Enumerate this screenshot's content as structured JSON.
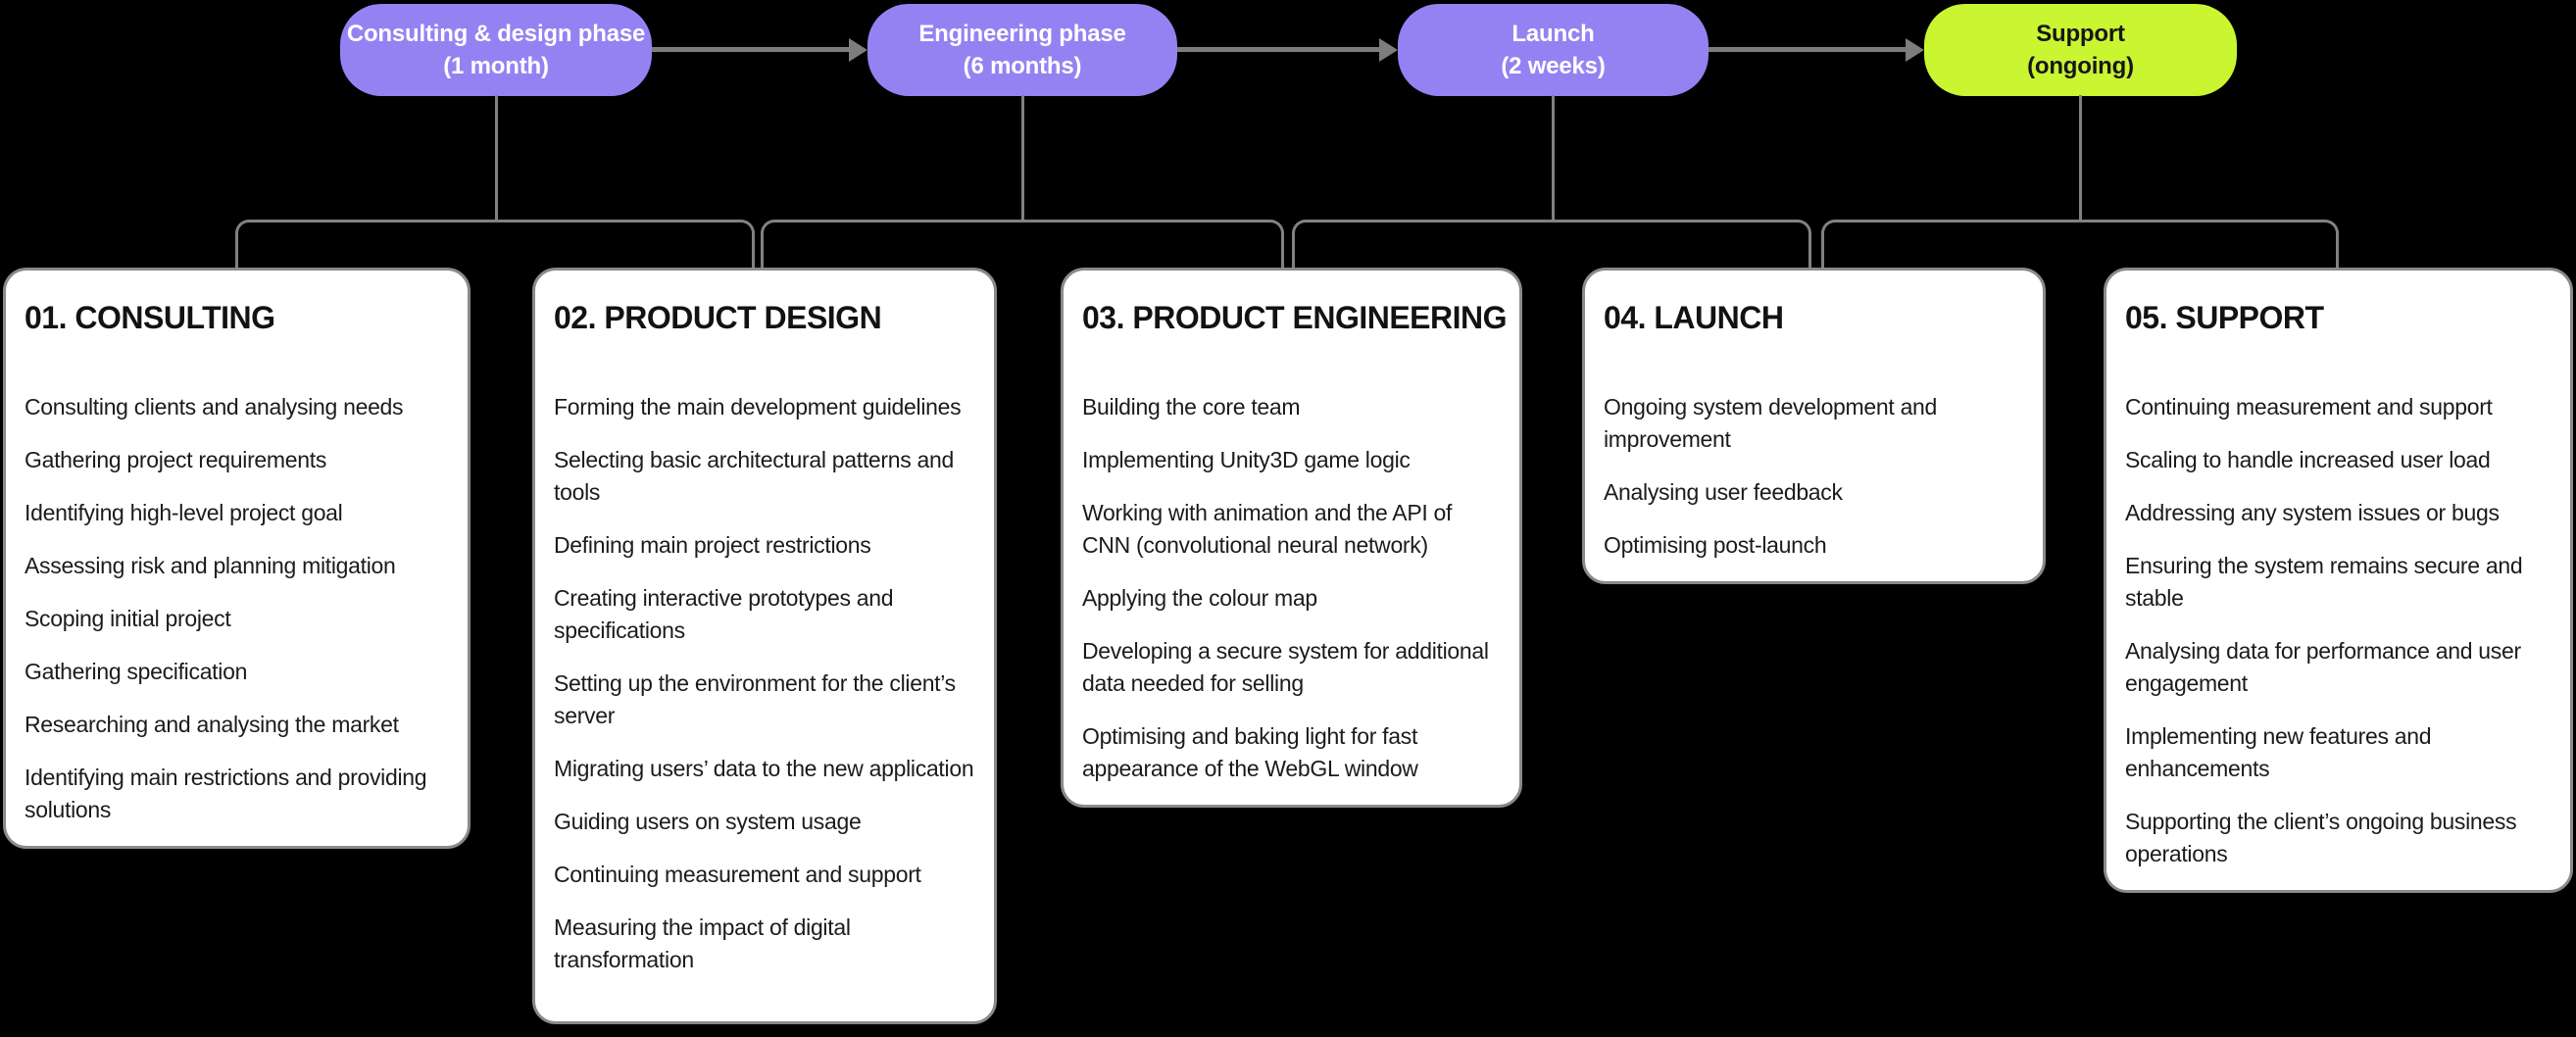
{
  "diagram_title": "Project phases flowchart",
  "colors": {
    "background": "#000000",
    "phase_purple": "#9582F2",
    "phase_green": "#C9F531",
    "connector_gray": "#7D7D7D",
    "card_background": "#FFFFFF",
    "card_border": "#8A8A8A",
    "text_dark": "#161616",
    "text_light": "#FFFFFF"
  },
  "phases": [
    {
      "name": "Consulting & design phase",
      "duration": "(1 month)",
      "color_key": "phase_purple",
      "text_color_key": "text_light"
    },
    {
      "name": "Engineering phase",
      "duration": "(6 months)",
      "color_key": "phase_purple",
      "text_color_key": "text_light"
    },
    {
      "name": "Launch",
      "duration": "(2 weeks)",
      "color_key": "phase_purple",
      "text_color_key": "text_light"
    },
    {
      "name": "Support",
      "duration": "(ongoing)",
      "color_key": "phase_green",
      "text_color_key": "text_dark"
    }
  ],
  "cards": [
    {
      "title": "01. CONSULTING",
      "items": [
        "Consulting clients and analysing needs",
        "Gathering project requirements",
        "Identifying high-level project goal",
        "Assessing risk and planning mitigation",
        "Scoping initial project",
        "Gathering specification",
        "Researching and analysing the market",
        "Identifying main restrictions and providing solutions"
      ]
    },
    {
      "title": "02. PRODUCT DESIGN",
      "items": [
        "Forming the main development guidelines",
        "Selecting basic architectural patterns and tools",
        "Defining main project restrictions",
        "Creating interactive prototypes and specifications",
        "Setting up the environment for the client’s server",
        "Migrating users’ data to the new application",
        "Guiding users on system usage",
        "Continuing measurement and support",
        "Measuring the impact of digital transformation"
      ]
    },
    {
      "title": "03. PRODUCT ENGINEERING",
      "items": [
        "Building the core team",
        "Implementing Unity3D game logic",
        "Working with animation and the API of CNN (convolutional neural network)",
        "Applying the colour map",
        "Developing a secure system for additional data needed for selling",
        "Optimising and baking light for fast appearance of the WebGL window"
      ]
    },
    {
      "title": "04. LAUNCH",
      "items": [
        "Ongoing system development and improvement",
        "Analysing user feedback",
        "Optimising post-launch"
      ]
    },
    {
      "title": "05. SUPPORT",
      "items": [
        "Continuing measurement and support",
        "Scaling to handle increased user load",
        "Addressing any system issues or bugs",
        "Ensuring the system remains secure and stable",
        "Analysing data for performance and user engagement",
        "Implementing new features and enhancements",
        "Supporting the client’s ongoing business operations"
      ]
    }
  ]
}
